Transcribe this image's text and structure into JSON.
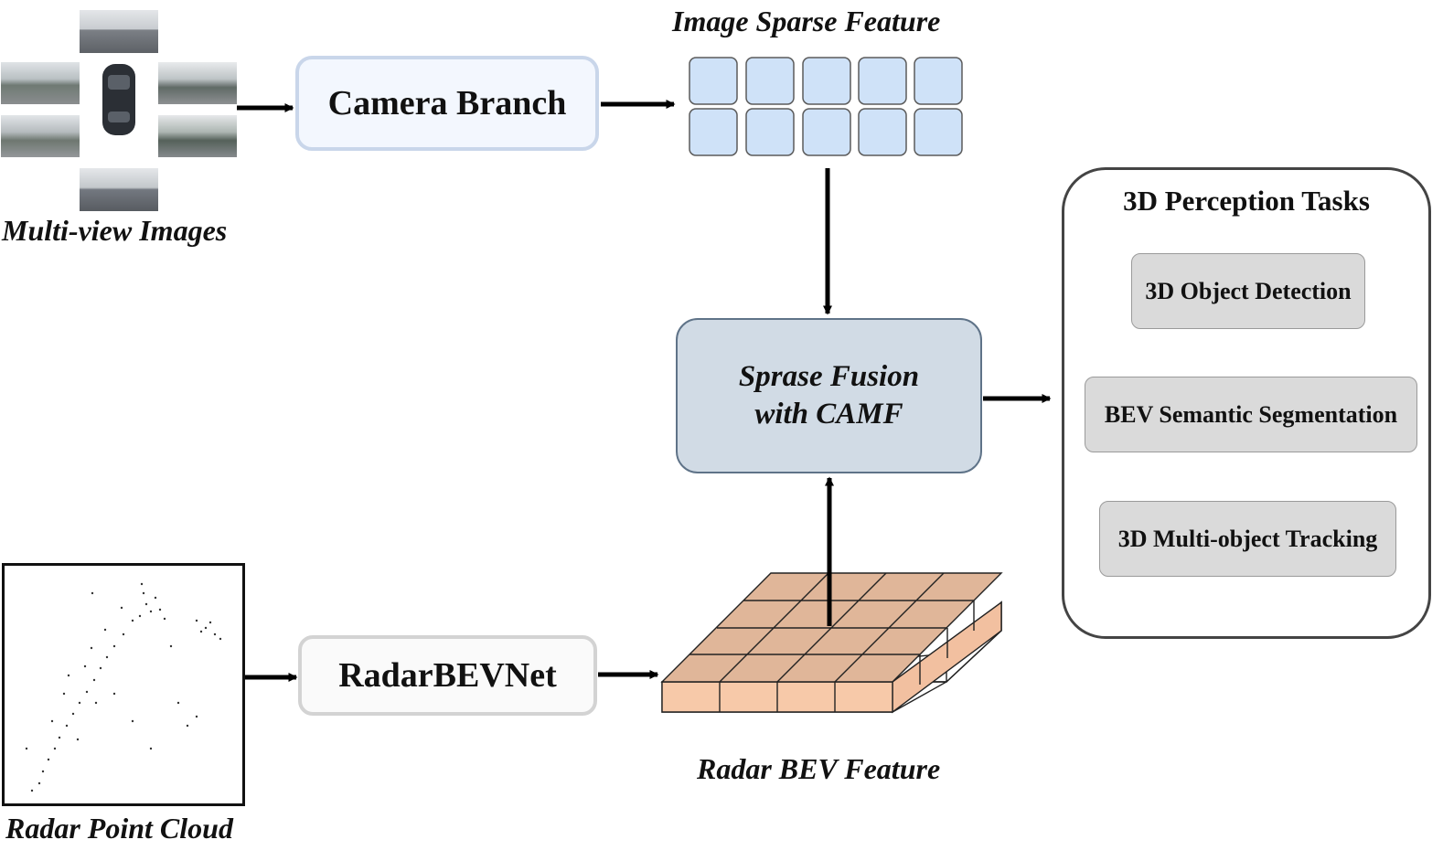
{
  "figure": {
    "multi_view_label": "Multi-view Images",
    "camera_branch_label": "Camera Branch",
    "image_sparse_label": "Image Sparse Feature",
    "fusion_line1": "Sprase Fusion",
    "fusion_line2": "with CAMF",
    "radar_net_label": "RadarBEVNet",
    "radar_bev_label": "Radar BEV Feature",
    "radar_cloud_label": "Radar Point Cloud",
    "tasks": {
      "title": "3D Perception Tasks",
      "items": [
        "3D Object Detection",
        "BEV Semantic Segmentation",
        "3D Multi-object Tracking"
      ]
    },
    "colors": {
      "sparse_tile": "#cfe2f8",
      "bev_top": "#e0b699",
      "bev_front": "#f7c9a9",
      "bev_side": "#f2c0a0",
      "fusion_fill": "#d1dbe5",
      "task_fill": "#dadada"
    }
  }
}
